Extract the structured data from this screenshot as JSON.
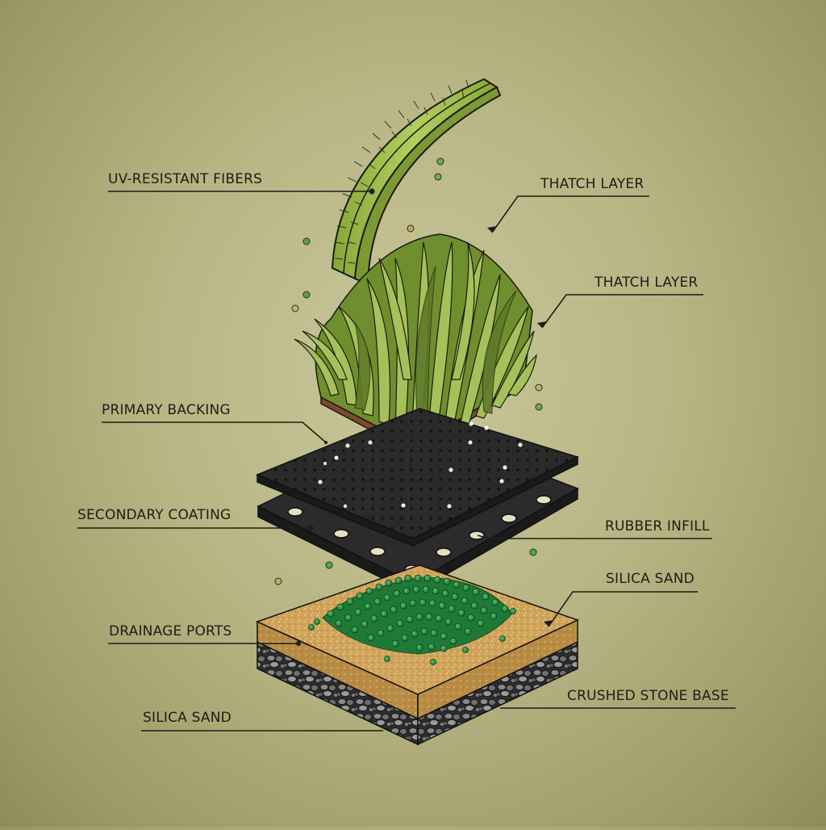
{
  "diagram": {
    "type": "exploded isometric cross-section",
    "subject": "artificial turf system layers",
    "colors": {
      "background": "#b8b585",
      "fiber_green": "#9fbd4a",
      "grass_dark": "#5e7a2a",
      "grass_light": "#a6c15a",
      "thatch_base": "#7a4a2e",
      "backing_black": "#262626",
      "rubber_infill": "#2e9448",
      "sand": "#d0a55a",
      "stone": "#6a6a6a",
      "leader_line": "#1d1d17"
    }
  },
  "labels": [
    {
      "id": "uv-fibers",
      "text": "UV-RESISTANT FIBERS",
      "side": "left"
    },
    {
      "id": "thatch-layer-1",
      "text": "THATCH LAYER",
      "side": "right"
    },
    {
      "id": "thatch-layer-2",
      "text": "THATCH LAYER",
      "side": "right"
    },
    {
      "id": "primary-backing",
      "text": "PRIMARY BACKING",
      "side": "left"
    },
    {
      "id": "secondary-coating",
      "text": "SECONDARY COATING",
      "side": "left"
    },
    {
      "id": "rubber-infill",
      "text": "RUBBER INFILL",
      "side": "right"
    },
    {
      "id": "silica-sand-right",
      "text": "SILICA SAND",
      "side": "right"
    },
    {
      "id": "drainage-ports",
      "text": "DRAINAGE PORTS",
      "side": "left"
    },
    {
      "id": "crushed-stone-base",
      "text": "CRUSHED STONE BASE",
      "side": "right"
    },
    {
      "id": "silica-sand-left",
      "text": "SILICA SAND",
      "side": "left"
    }
  ]
}
